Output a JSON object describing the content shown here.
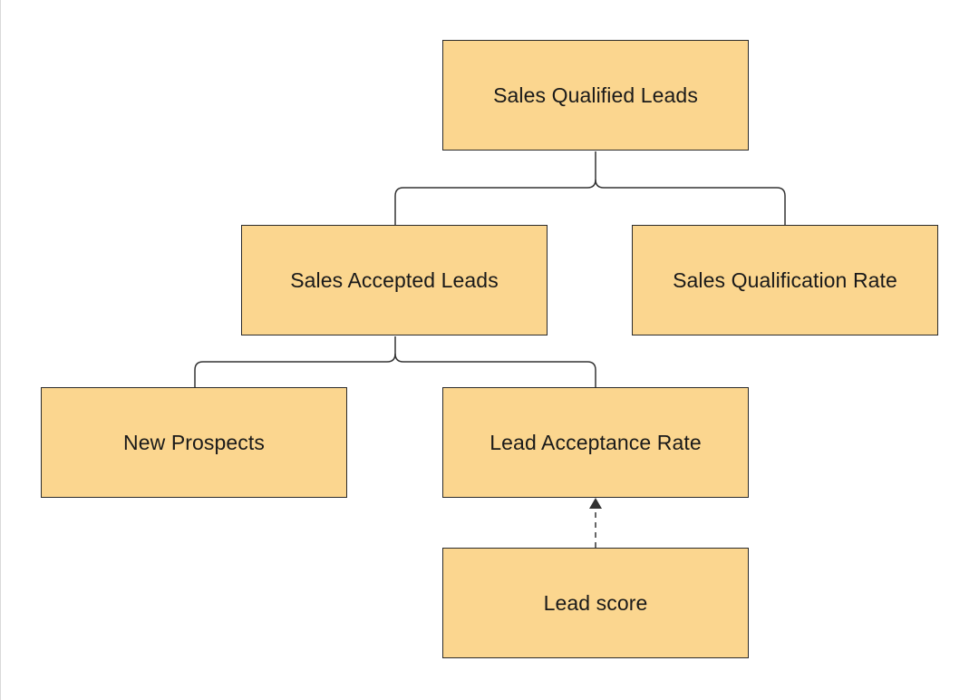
{
  "diagram": {
    "nodes": {
      "sales_qualified_leads": "Sales Qualified Leads",
      "sales_accepted_leads": "Sales Accepted Leads",
      "sales_qualification_rate": "Sales Qualification Rate",
      "new_prospects": "New Prospects",
      "lead_acceptance_rate": "Lead Acceptance Rate",
      "lead_score": "Lead score"
    },
    "edges": [
      {
        "from": "sales_qualified_leads",
        "to": "sales_accepted_leads",
        "style": "solid"
      },
      {
        "from": "sales_qualified_leads",
        "to": "sales_qualification_rate",
        "style": "solid"
      },
      {
        "from": "sales_accepted_leads",
        "to": "new_prospects",
        "style": "solid"
      },
      {
        "from": "sales_accepted_leads",
        "to": "lead_acceptance_rate",
        "style": "solid"
      },
      {
        "from": "lead_score",
        "to": "lead_acceptance_rate",
        "style": "dashed-arrow"
      }
    ],
    "colors": {
      "node_fill": "#fbd68f",
      "node_border": "#2b2b2b",
      "connector": "#333333"
    }
  }
}
